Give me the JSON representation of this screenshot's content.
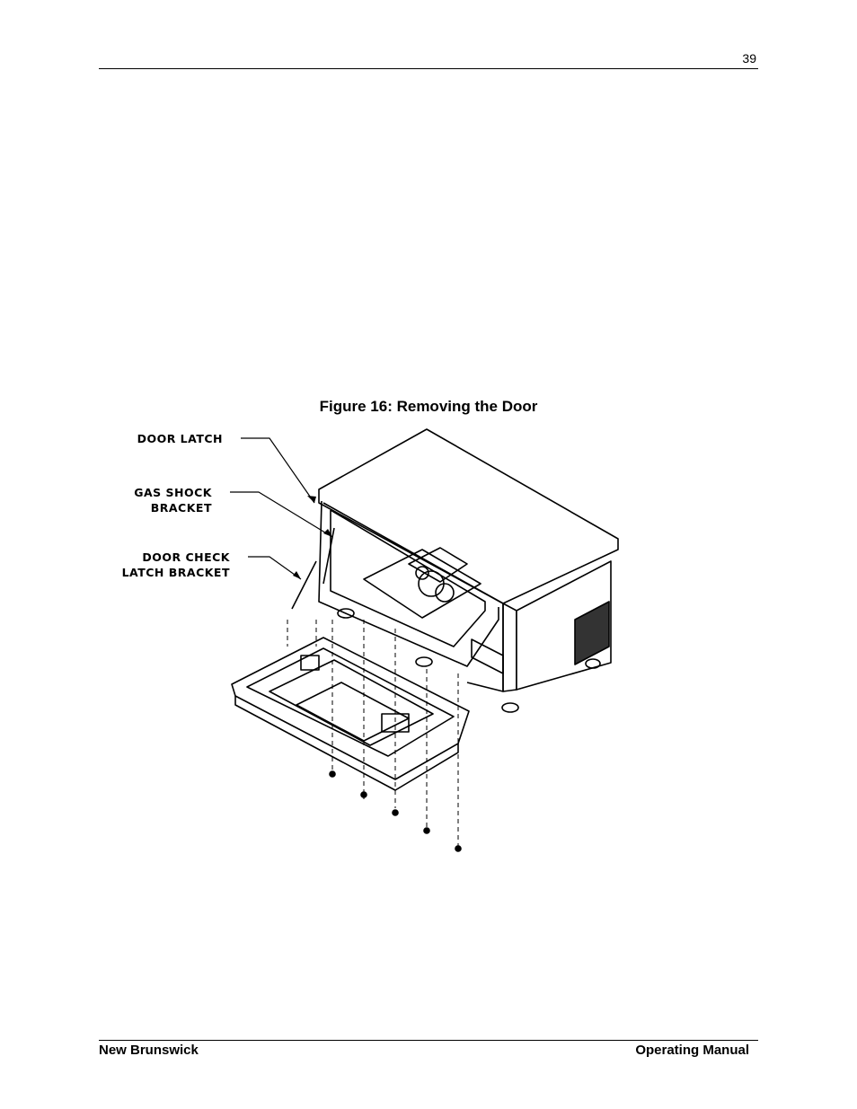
{
  "header": {
    "page_number": "39"
  },
  "figure": {
    "caption": "Figure 16:  Removing the Door",
    "callouts": {
      "door_latch": "DOOR  LATCH",
      "gas_shock_line1": "GAS SHOCK",
      "gas_shock_line2": "BRACKET",
      "door_check_line1": "DOOR CHECK",
      "door_check_line2": "LATCH BRACKET"
    }
  },
  "footer": {
    "left": "New Brunswick",
    "right": "Operating Manual"
  }
}
